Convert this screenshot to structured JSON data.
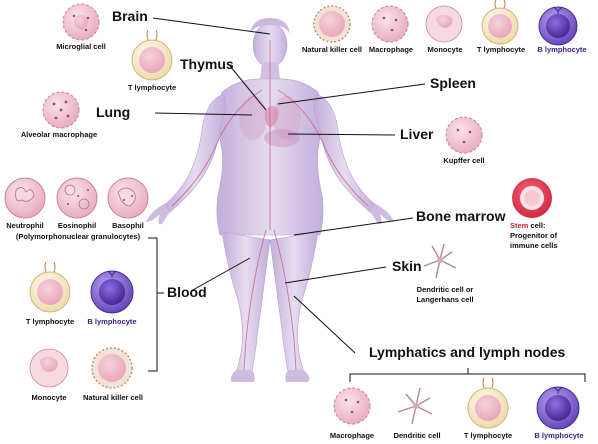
{
  "organs": {
    "brain": "Brain",
    "thymus": "Thymus",
    "lung": "Lung",
    "spleen": "Spleen",
    "liver": "Liver",
    "bone_marrow": "Bone marrow",
    "skin": "Skin",
    "blood": "Blood",
    "lymph": "Lymphatics and lymph nodes"
  },
  "cells": {
    "microglial": "Microglial cell",
    "t_lymph_thymus": "T lymphocyte",
    "alveolar": "Alveolar macrophage",
    "nk_spleen": "Natural killer cell",
    "macrophage_spleen": "Macrophage",
    "monocyte_spleen": "Monocyte",
    "t_lymph_spleen": "T lymphocyte",
    "b_lymph_spleen": "B lymphocyte",
    "kupffer": "Kupffer cell",
    "neutrophil": "Neutrophil",
    "eosinophil": "Eosinophil",
    "basophil": "Basophil",
    "pmn": "(Polymorphonuclear granulocytes)",
    "t_lymph_blood": "T lymphocyte",
    "b_lymph_blood": "B lymphocyte",
    "monocyte_blood": "Monocyte",
    "nk_blood": "Natural killer cell",
    "stem_bold": "Stem",
    "stem_rest": "cell:",
    "stem_line2": "Progenitor of",
    "stem_line3": "immune cells",
    "dendritic_skin_1": "Dendritic cell or",
    "dendritic_skin_2": "Langerhans cell",
    "macrophage_lymph": "Macrophage",
    "dendritic_lymph": "Dendritic cell",
    "t_lymph_lymph": "T lymphocyte",
    "b_lymph_lymph": "B lymphocyte"
  },
  "colors": {
    "body_fill": "#d7c7e6",
    "cell_pink": "#f1c4d2",
    "t_cell_outer": "#f7eac0",
    "b_cell_outer": "#7b5bc9",
    "stem_red": "#e8344d",
    "vessel": "#c7577a"
  }
}
